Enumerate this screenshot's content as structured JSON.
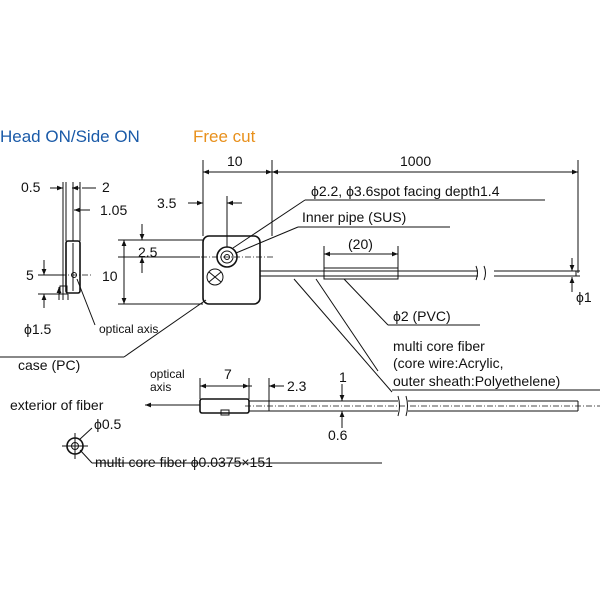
{
  "header": {
    "mode": "Head ON/Side ON",
    "cut": "Free cut",
    "mode_color": "#1a5aa8",
    "cut_color": "#e8901c"
  },
  "dims": {
    "d_05": "0.5",
    "d_2": "2",
    "d_105": "1.05",
    "d_35": "3.5",
    "d_10_top": "10",
    "d_1000": "1000",
    "d_25": "2.5",
    "d_10_left": "10",
    "d_5": "5",
    "d_20": "(20)",
    "d_phi1": "ϕ1",
    "d_phi15": "ϕ1.5",
    "d_7": "7",
    "d_23": "2.3",
    "d_1": "1",
    "d_06": "0.6",
    "d_phi05": "ϕ0.5"
  },
  "notes": {
    "spot_facing": "ϕ2.2, ϕ3.6spot facing depth1.4",
    "inner_pipe": "Inner pipe (SUS)",
    "phi2_pvc": "ϕ2 (PVC)",
    "mcf_line1": "multi core fiber",
    "mcf_line2": "(core wire:Acrylic,",
    "mcf_line3": "outer sheath:Polyethelene)",
    "optical_axis_1": "optical axis",
    "optical_axis_2a": "optical",
    "optical_axis_2b": "axis",
    "case_pc": "case (PC)",
    "exterior": "exterior of fiber",
    "mcf_bottom": "multi core fiber ϕ0.0375×151"
  }
}
